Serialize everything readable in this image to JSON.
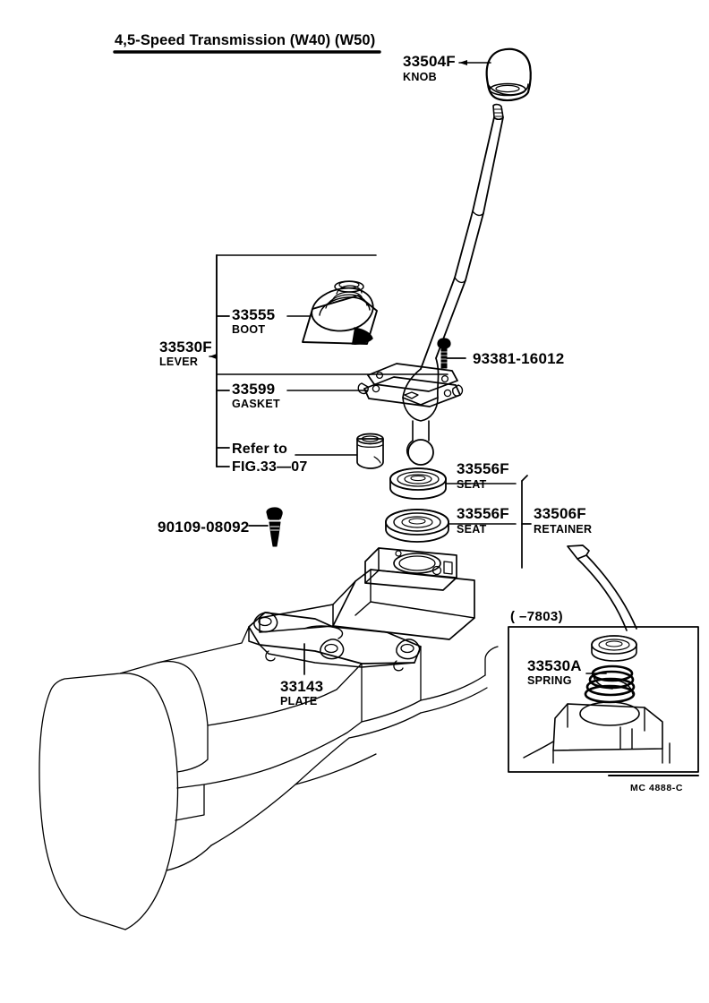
{
  "header": {
    "title": "4,5-Speed Transmission (W40) (W50)"
  },
  "footer": {
    "code": "MC 4888-C"
  },
  "inset": {
    "range_label": "(        –7803)",
    "part": {
      "number": "33530A",
      "name": "SPRING"
    }
  },
  "callouts": [
    {
      "number": "33504F",
      "name": "KNOB"
    },
    {
      "number": "33555",
      "name": "BOOT"
    },
    {
      "number": "33530F",
      "name": "LEVER"
    },
    {
      "number": "33599",
      "name": "GASKET"
    },
    {
      "number": "93381-16012",
      "name": ""
    },
    {
      "number": "90109-08092",
      "name": ""
    },
    {
      "number": "33556F",
      "name": "SEAT"
    },
    {
      "number": "33556F",
      "name": "SEAT"
    },
    {
      "number": "33506F",
      "name": "RETAINER"
    },
    {
      "number": "33143",
      "name": "PLATE"
    }
  ],
  "refer": {
    "line1": "Refer to",
    "line2": "FIG.33—07"
  },
  "colors": {
    "ink": "#000000",
    "paper": "#ffffff"
  }
}
